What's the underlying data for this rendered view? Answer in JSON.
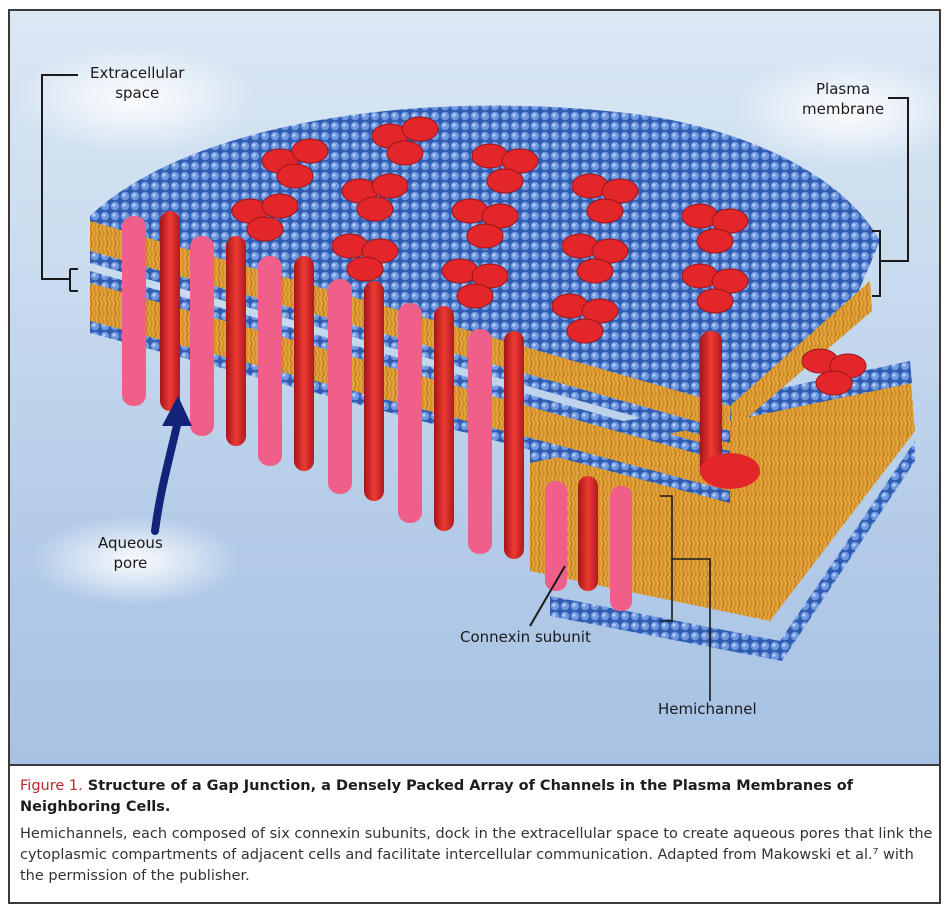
{
  "labels": {
    "extracellular": [
      "Extracellular",
      "space"
    ],
    "plasma": [
      "Plasma",
      "membrane"
    ],
    "aqueous": [
      "Aqueous",
      "pore"
    ],
    "connexin": "Connexin subunit",
    "hemichannel": "Hemichannel"
  },
  "caption": {
    "figure_label": "Figure 1.",
    "title": "Structure of a Gap Junction, a Densely Packed Array of Channels in the Plasma Membranes of Neighboring Cells.",
    "body": "Hemichannels, each composed of six connexin subunits, dock in the extracellular space to create aqueous pores that link the cytoplasmic compartments of adjacent cells and facilitate intercellular communication. Adapted from Makowski et al.⁷ with the permission of the publisher."
  },
  "colors": {
    "membrane_blue": "#3f6fc4",
    "lipid_tails": "#e3a23a",
    "connexin_red": "#e3262a",
    "connexin_pink": "#ef5f8a",
    "arrow_navy": "#14237a",
    "caption_red": "#c0262c"
  }
}
